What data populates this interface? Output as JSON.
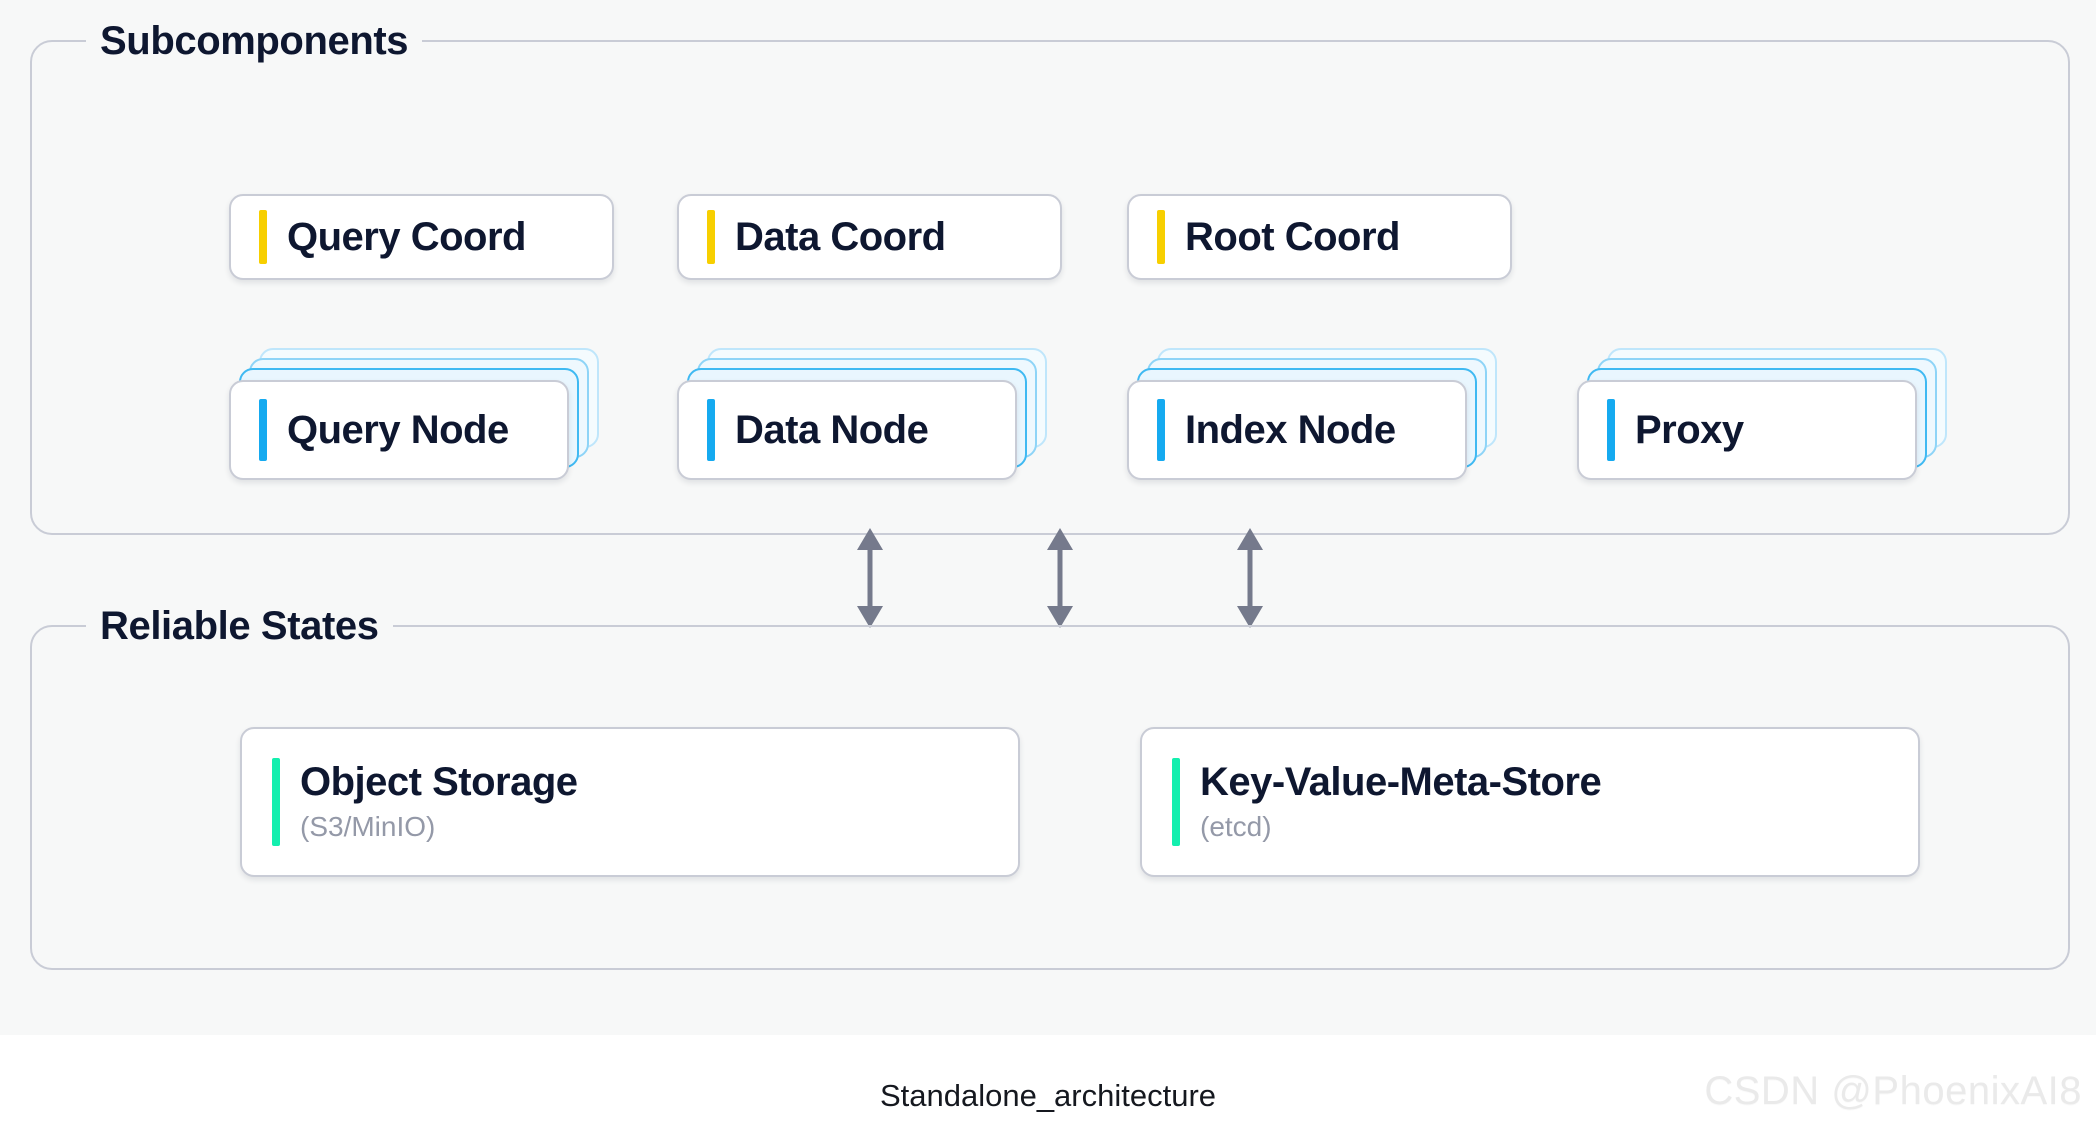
{
  "canvas": {
    "background": "#f7f8f8",
    "caption": "Standalone_architecture",
    "watermark": "CSDN @PhoenixAI8"
  },
  "colors": {
    "text_primary": "#0e1730",
    "text_muted": "#9499a8",
    "border": "#c9ccd6",
    "accent_coordinator": "#f7cf00",
    "accent_node": "#15aaf0",
    "accent_storage": "#13efae",
    "arrow": "#757a8c",
    "stack_outline": "#3fb9f2"
  },
  "groups": [
    {
      "id": "subcomponents",
      "legend": "Subcomponents"
    },
    {
      "id": "reliable-states",
      "legend": "Reliable States"
    }
  ],
  "subcomponents": {
    "coordinators": [
      {
        "label": "Query Coord",
        "accent": "#f7cf00"
      },
      {
        "label": "Data Coord",
        "accent": "#f7cf00"
      },
      {
        "label": "Root Coord",
        "accent": "#f7cf00"
      }
    ],
    "nodes": [
      {
        "label": "Query Node",
        "accent": "#15aaf0",
        "stacked": true,
        "stack_layers": 3
      },
      {
        "label": "Data Node",
        "accent": "#15aaf0",
        "stacked": true,
        "stack_layers": 3
      },
      {
        "label": "Index Node",
        "accent": "#15aaf0",
        "stacked": true,
        "stack_layers": 3
      },
      {
        "label": "Proxy",
        "accent": "#15aaf0",
        "stacked": true,
        "stack_layers": 3
      }
    ]
  },
  "reliable_states": {
    "stores": [
      {
        "title": "Object Storage",
        "subtitle": "(S3/MinIO)",
        "accent": "#13efae"
      },
      {
        "title": "Key-Value-Meta-Store",
        "subtitle": "(etcd)",
        "accent": "#13efae"
      }
    ]
  },
  "connectors": {
    "count": 3,
    "type": "double-headed-vertical-arrow",
    "color": "#757a8c",
    "from_group": "Subcomponents",
    "to_group": "Reliable States"
  }
}
